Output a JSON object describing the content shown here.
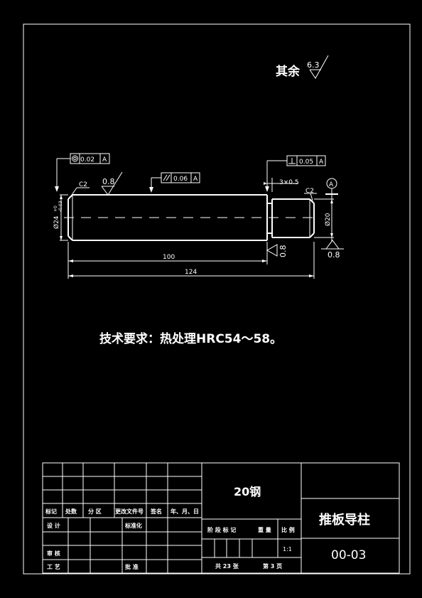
{
  "drawing": {
    "roughness_note": {
      "label": "其余",
      "value": "6.3"
    },
    "tolerances": {
      "concentricity": {
        "value": "0.02",
        "datum": "A"
      },
      "parallelism": {
        "value": "0.06",
        "datum": "A"
      },
      "perpendicularity": {
        "value": "0.05",
        "datum": "A"
      }
    },
    "chamfer_left": "C2",
    "chamfer_right": "C2",
    "roughness_top": "0.8",
    "roughness_right": "0.8",
    "roughness_bottom": "0.8",
    "groove": "3×0.5",
    "dia_left": "Ø24",
    "dia_left_tol": "+0\n-0.03",
    "dia_right": "Ø20",
    "datum_label": "A",
    "len_100": "100",
    "len_124": "124",
    "requirement": "技术要求：热处理HRC54～58。"
  },
  "title_block": {
    "material": "20钢",
    "part_name": "推板导柱",
    "part_no": "00-03",
    "scale": "1:1",
    "row_headers": [
      "标记",
      "处数",
      "分 区",
      "更改文件号",
      "签名",
      "年、月、日"
    ],
    "design": "设 计",
    "standard": "标准化",
    "review": "审 核",
    "process": "工 艺",
    "approve": "批 准",
    "stage_headers": [
      "阶 段 标 记",
      "重 量",
      "比 例"
    ],
    "sheets": "共 23 张",
    "sheet_no": "第 3 页"
  }
}
